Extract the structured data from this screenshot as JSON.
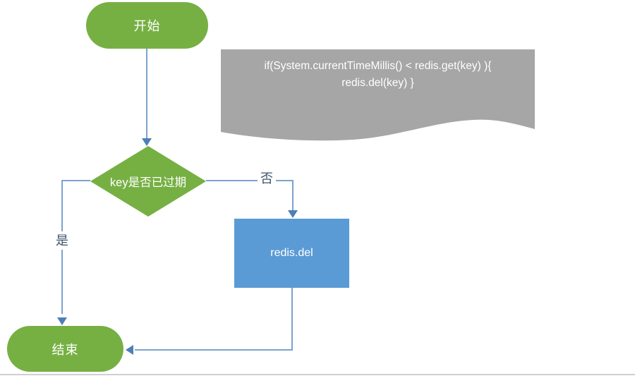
{
  "diagram": {
    "nodes": {
      "start": {
        "type": "terminator",
        "label": "开始"
      },
      "decision": {
        "type": "decision",
        "label": "key是否已过期"
      },
      "process": {
        "type": "process",
        "label": "redis.del"
      },
      "end": {
        "type": "terminator",
        "label": "结束"
      }
    },
    "annotation": {
      "type": "document",
      "line1": "if(System.currentTimeMillis() < redis.get(key) ){",
      "line2": "redis.del(key) }"
    },
    "edges": {
      "no": {
        "label": "否",
        "from": "decision",
        "to": "process"
      },
      "yes": {
        "label": "是",
        "from": "decision",
        "to": "end"
      }
    }
  },
  "colors": {
    "green": "#76b043",
    "blue": "#5b9bd5",
    "gray": "#a6a6a6",
    "line": "#7ca3cc",
    "arrow": "#4e7eb8",
    "edge-label": "#3f546b",
    "node-text": "#ffffff",
    "page-border": "#cfcfcf"
  }
}
